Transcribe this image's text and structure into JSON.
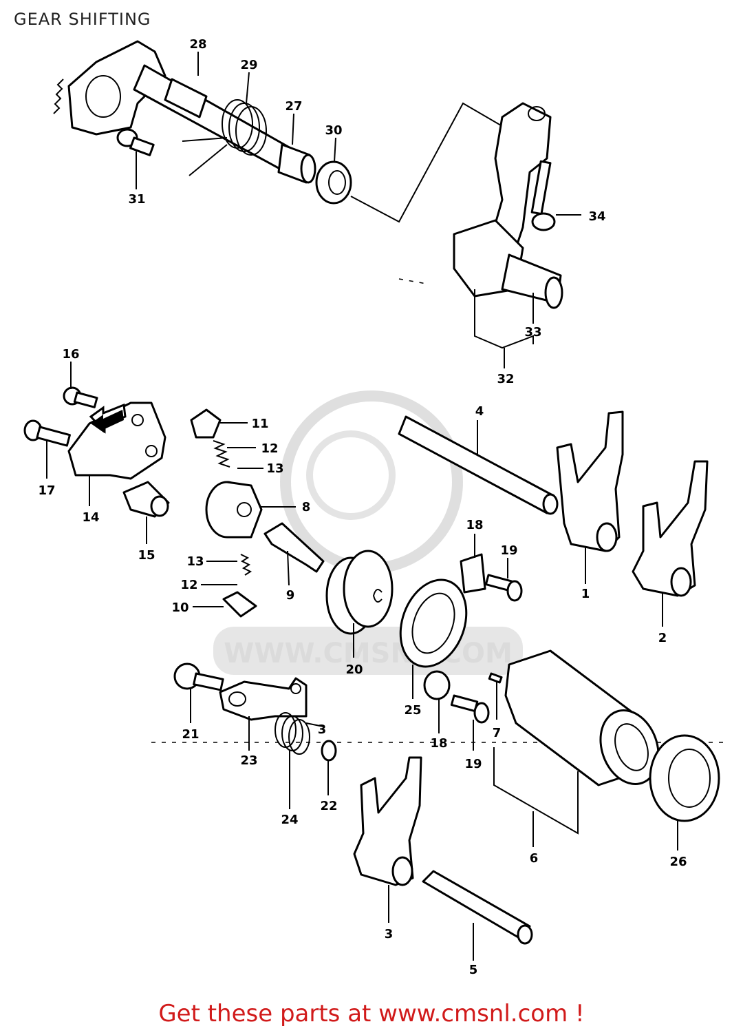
{
  "title": "GEAR SHIFTING",
  "watermark": "WWW.CMSNL.COM",
  "footer": "Get these parts at www.cmsnl.com !",
  "callouts": {
    "c1": "1",
    "c2": "2",
    "c3a": "3",
    "c3b": "3",
    "c4": "4",
    "c5": "5",
    "c6": "6",
    "c7": "7",
    "c8": "8",
    "c9": "9",
    "c10": "10",
    "c11": "11",
    "c12a": "12",
    "c12b": "12",
    "c13a": "13",
    "c13b": "13",
    "c14": "14",
    "c15": "15",
    "c16": "16",
    "c17": "17",
    "c18a": "18",
    "c18b": "18",
    "c19a": "19",
    "c19b": "19",
    "c20": "20",
    "c21": "21",
    "c22": "22",
    "c23": "23",
    "c24": "24",
    "c25": "25",
    "c26": "26",
    "c27": "27",
    "c28": "28",
    "c29": "29",
    "c30": "30",
    "c31": "31",
    "c32": "32",
    "c33": "33",
    "c34": "34"
  }
}
